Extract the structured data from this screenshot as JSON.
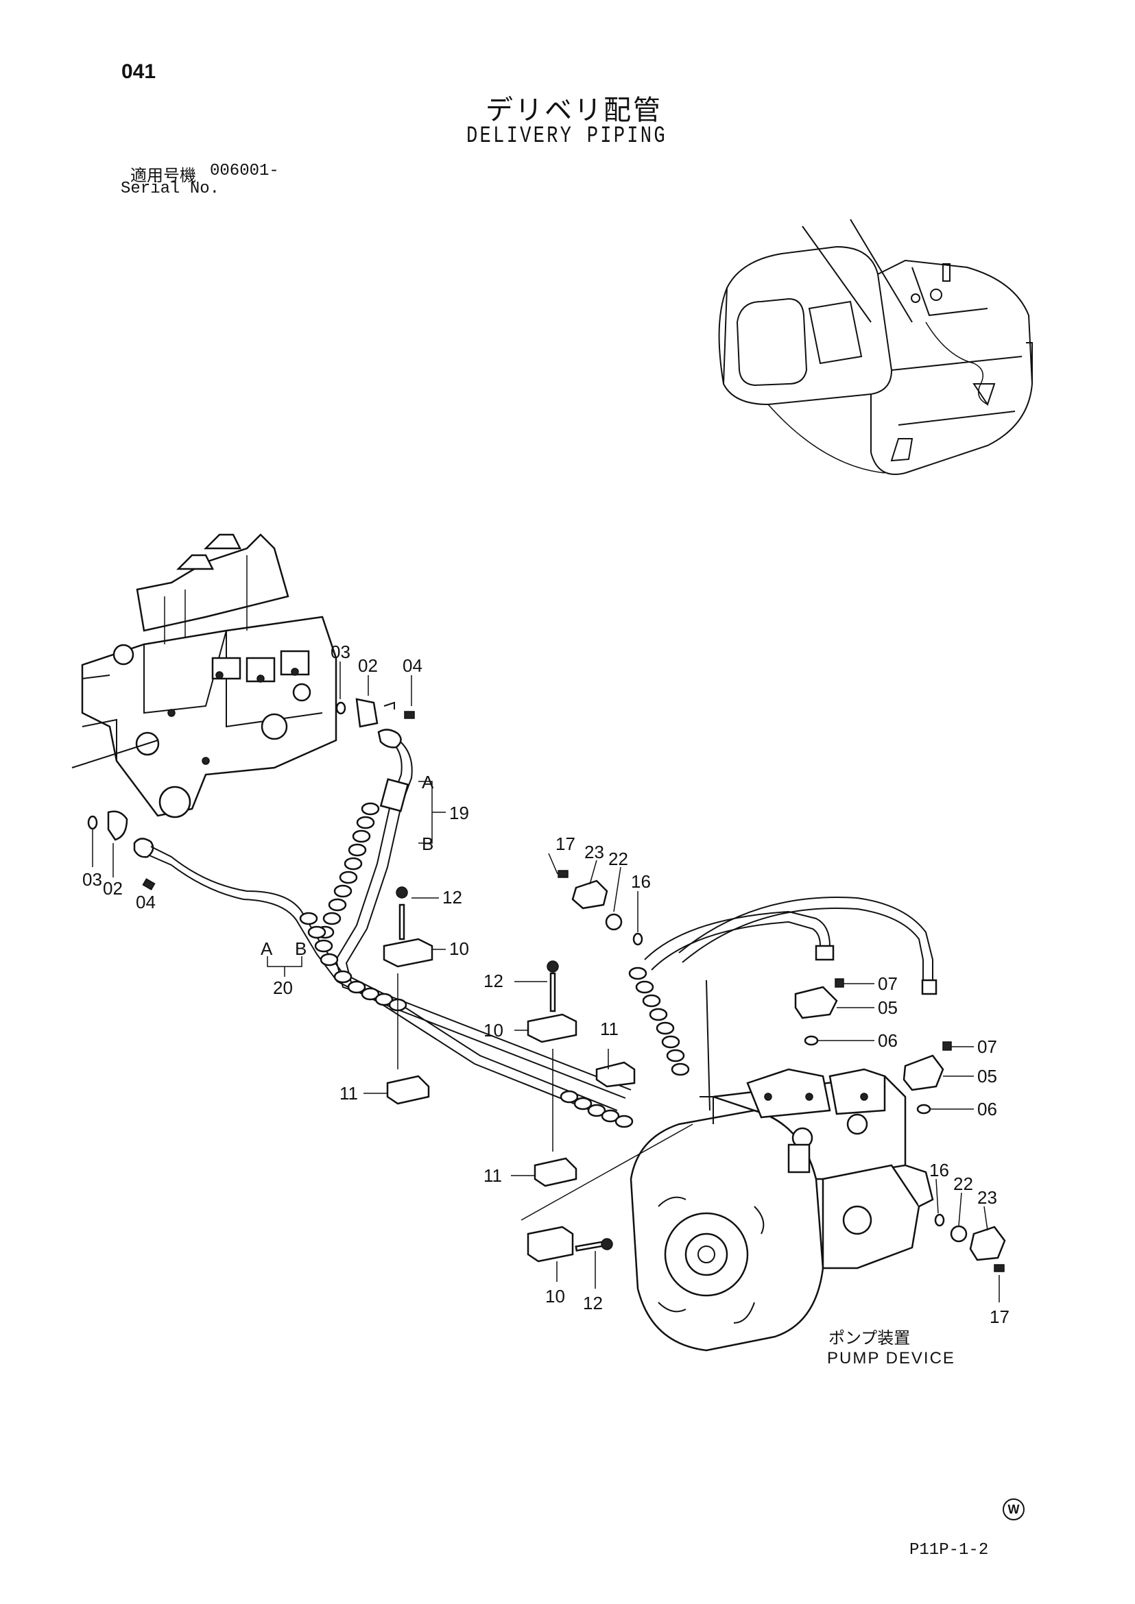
{
  "header": {
    "page_number": "041",
    "title_jp": "デリベリ配管",
    "title_en": "DELIVERY PIPING",
    "serial_label_jp": "適用号機",
    "serial_value": "006001-",
    "serial_label_en": "Serial No."
  },
  "callouts": {
    "c03_top": "03",
    "c02_top": "02",
    "c04_top": "04",
    "c03_left": "03",
    "c02_left": "02",
    "c04_left": "04",
    "c19": "19",
    "c19_a": "A",
    "c19_b": "B",
    "c20": "20",
    "c20_a": "A",
    "c20_b": "B",
    "c17_top": "17",
    "c23_top": "23",
    "c22_top": "22",
    "c16_top": "16",
    "c12_a": "12",
    "c10_a": "10",
    "c12_b": "12",
    "c10_b": "10",
    "c11_a": "11",
    "c11_b": "11",
    "c11_c": "11",
    "c07_a": "07",
    "c05_a": "05",
    "c06_a": "06",
    "c07_b": "07",
    "c05_b": "05",
    "c06_b": "06",
    "c16_bottom": "16",
    "c22_bottom": "22",
    "c23_bottom": "23",
    "c17_bottom": "17",
    "c10_c": "10",
    "c12_c": "12"
  },
  "pump_label": {
    "jp": "ポンプ装置",
    "en": "PUMP DEVICE"
  },
  "footer": {
    "mark": "W",
    "code": "P11P-1-2"
  }
}
